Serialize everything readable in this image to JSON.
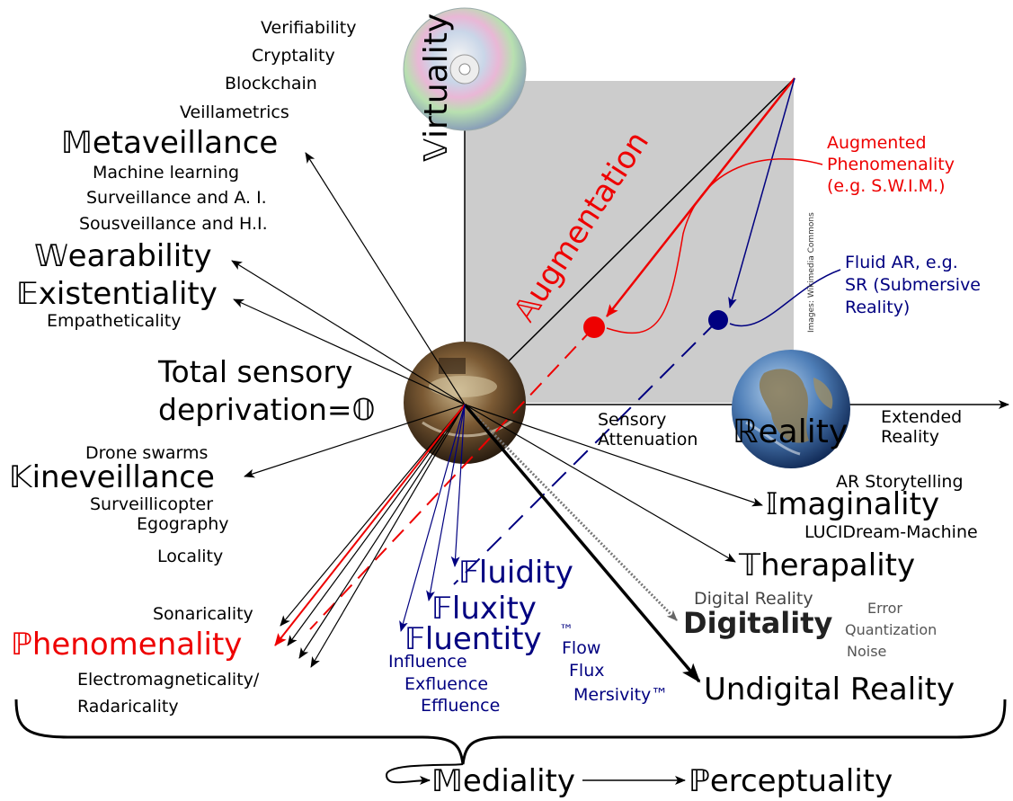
{
  "axes": {
    "virtuality": "𝕍irtuality",
    "reality": "ℝeality",
    "augmentation": "𝔸ugmentation",
    "sensory_attenuation": [
      "Sensory",
      "Attenuation"
    ],
    "extended_reality": [
      "Extended",
      "Reality"
    ]
  },
  "origin": [
    "Total sensory",
    "deprivation=𝕆"
  ],
  "credit": "Images: Wikimedia Commons",
  "callouts": {
    "augmented_phenomenality": [
      "Augmented",
      "Phenomenality",
      "(e.g. S.W.I.M.)"
    ],
    "fluid_ar": [
      "Fluid AR, e.g.",
      "SR (Submersive",
      "Reality)"
    ]
  },
  "left_terms": {
    "verifiability": "Verifiability",
    "cryptality": "Cryptality",
    "blockchain": "Blockchain",
    "veillametrics": "Veillametrics",
    "metaveillance": "𝕄etaveillance",
    "machine_learning": "Machine learning",
    "surveillance_ai": "Surveillance and A. I.",
    "sousveillance_hi": "Sousveillance and H.I.",
    "wearability": "𝕎earability",
    "existentiality": "𝔼xistentiality",
    "empatheticality": "Empatheticality",
    "drone_swarms": "Drone swarms",
    "kineveillance": "𝕂ineveillance",
    "surveillicopter": "Surveillicopter",
    "egography": "Egography",
    "locality": "Locality",
    "sonaricality": "Sonaricality",
    "phenomenality": "ℙhenomenality",
    "electromagneticality": "Electromagneticality/",
    "radaricality": "Radaricality"
  },
  "fluid_terms": {
    "fluidity": "𝔽luidity",
    "fluxity": "𝔽luxity",
    "fluentity": "𝔽luentity",
    "tm": "™",
    "influence": "Influence",
    "exfluence": "Exfluence",
    "effluence": "Effluence",
    "flow": "Flow",
    "flux": "Flux",
    "mersivity": "Mersivity™"
  },
  "right_terms": {
    "ar_storytelling": "AR Storytelling",
    "imaginality": "𝕀maginality",
    "lucidream": "LUCIDream-Machine",
    "therapality": "𝕋herapality",
    "digital_reality": "Digital Reality",
    "digitality": "Digitality",
    "error": "Error",
    "quantization": "Quantization",
    "noise": "Noise",
    "undigital_reality": "Undigital Reality"
  },
  "bottom": {
    "mediality": "𝕄ediality",
    "perceptuality": "ℙerceptuality"
  },
  "colors": {
    "red": "#ee0000",
    "navy": "#000080",
    "gray_box": "#cccccc",
    "black": "#000000"
  }
}
